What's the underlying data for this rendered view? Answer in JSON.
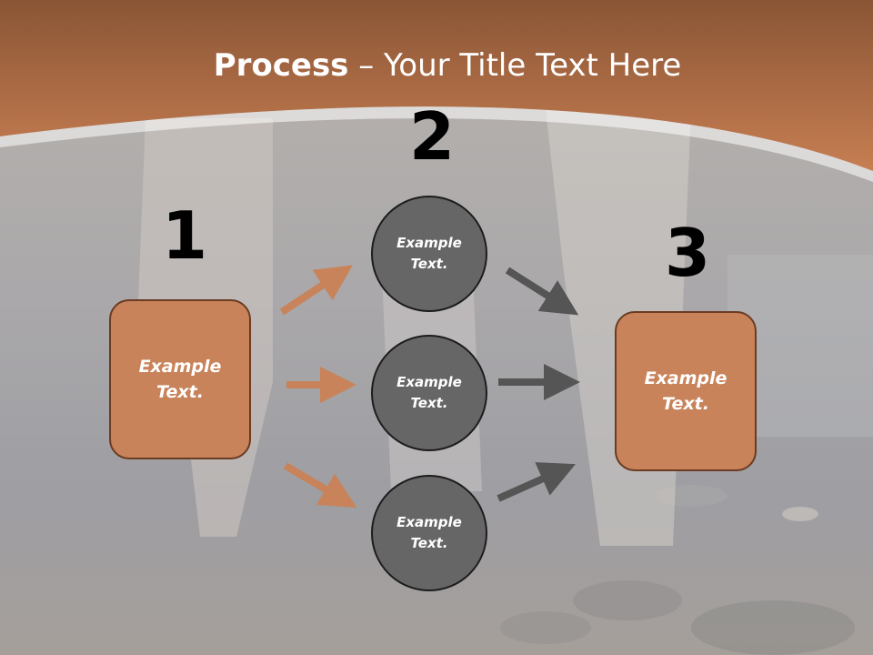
{
  "title": {
    "bold": "Process",
    "rest": " – Your Title Text Here"
  },
  "steps": {
    "one": "1",
    "two": "2",
    "three": "3"
  },
  "boxes": {
    "left": "Example\nText.",
    "right": "Example\nText."
  },
  "circles": {
    "top": "Example\nText.",
    "middle": "Example\nText.",
    "bottom": "Example\nText."
  },
  "colors": {
    "header": "#c07a50",
    "box_fill": "#c8835a",
    "circle_fill": "#666666",
    "left_arrows": "#c8835a",
    "right_arrows": "#555555"
  },
  "icons": {
    "left_arrows": "arrow-right-icon",
    "right_arrows": "arrow-right-icon"
  }
}
